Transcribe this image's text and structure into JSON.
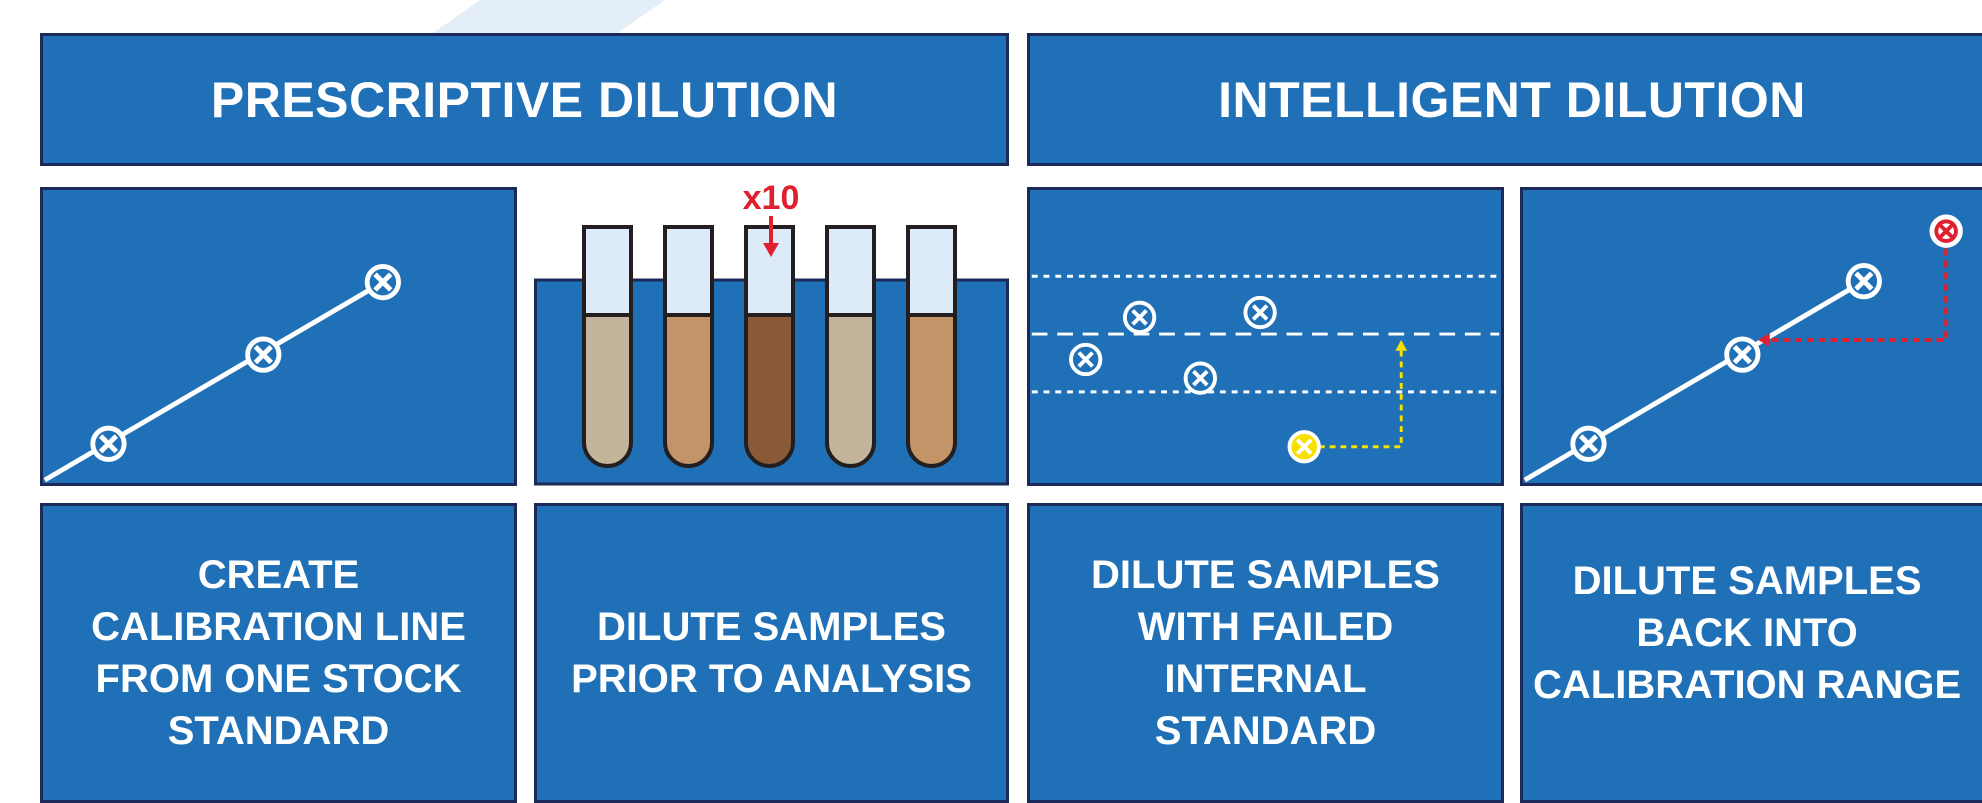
{
  "headers": {
    "prescriptive": "PRESCRIPTIVE DILUTION",
    "intelligent": "INTELLIGENT DILUTION"
  },
  "annotations": {
    "multiplier": "x10"
  },
  "captions": {
    "create_calibration": "CREATE\nCALIBRATION LINE\nFROM ONE STOCK\nSTANDARD",
    "dilute_prior": "DILUTE SAMPLES\nPRIOR TO ANALYSIS",
    "dilute_failed_is": "DILUTE SAMPLES\nWITH FAILED\nINTERNAL\nSTANDARD",
    "dilute_back": "DILUTE SAMPLES\nBACK INTO\nCALIBRATION RANGE"
  },
  "colors": {
    "panel_blue": "#1f70b6",
    "panel_border": "#1c2a5a",
    "alert_red": "#e0202e",
    "highlight_yellow": "#f5e000",
    "tube_light": "#c2b59b",
    "tube_medium": "#c29467",
    "tube_dark": "#8a5a38",
    "tube_top": "#dcebf7"
  },
  "tubes": [
    {
      "shade": "light"
    },
    {
      "shade": "medium"
    },
    {
      "shade": "dark"
    },
    {
      "shade": "light"
    },
    {
      "shade": "medium"
    }
  ]
}
